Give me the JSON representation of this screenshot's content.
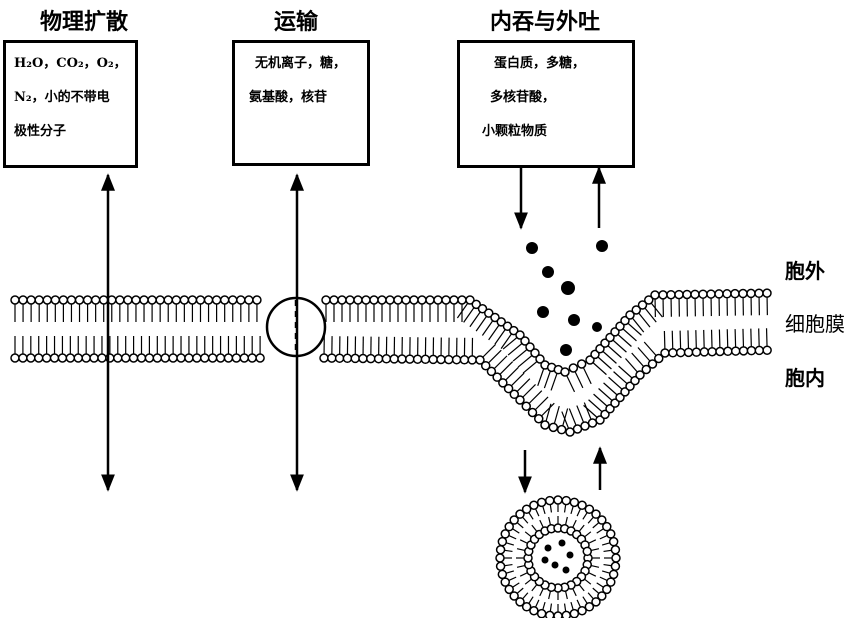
{
  "titles": {
    "diffusion": "物理扩散",
    "transport": "运输",
    "endocytosis": "内吞与外吐"
  },
  "boxes": {
    "diffusion": [
      "H₂O，CO₂，O₂，",
      "N₂，小的不带电",
      "极性分子"
    ],
    "transport": [
      "无机离子，糖，",
      "氨基酸，核苷"
    ],
    "endocytosis": [
      "蛋白质，多糖，",
      "多核苷酸，",
      "小颗粒物质"
    ]
  },
  "labels": {
    "outside": "胞外",
    "membrane": "细胞膜",
    "inside": "胞内"
  }
}
